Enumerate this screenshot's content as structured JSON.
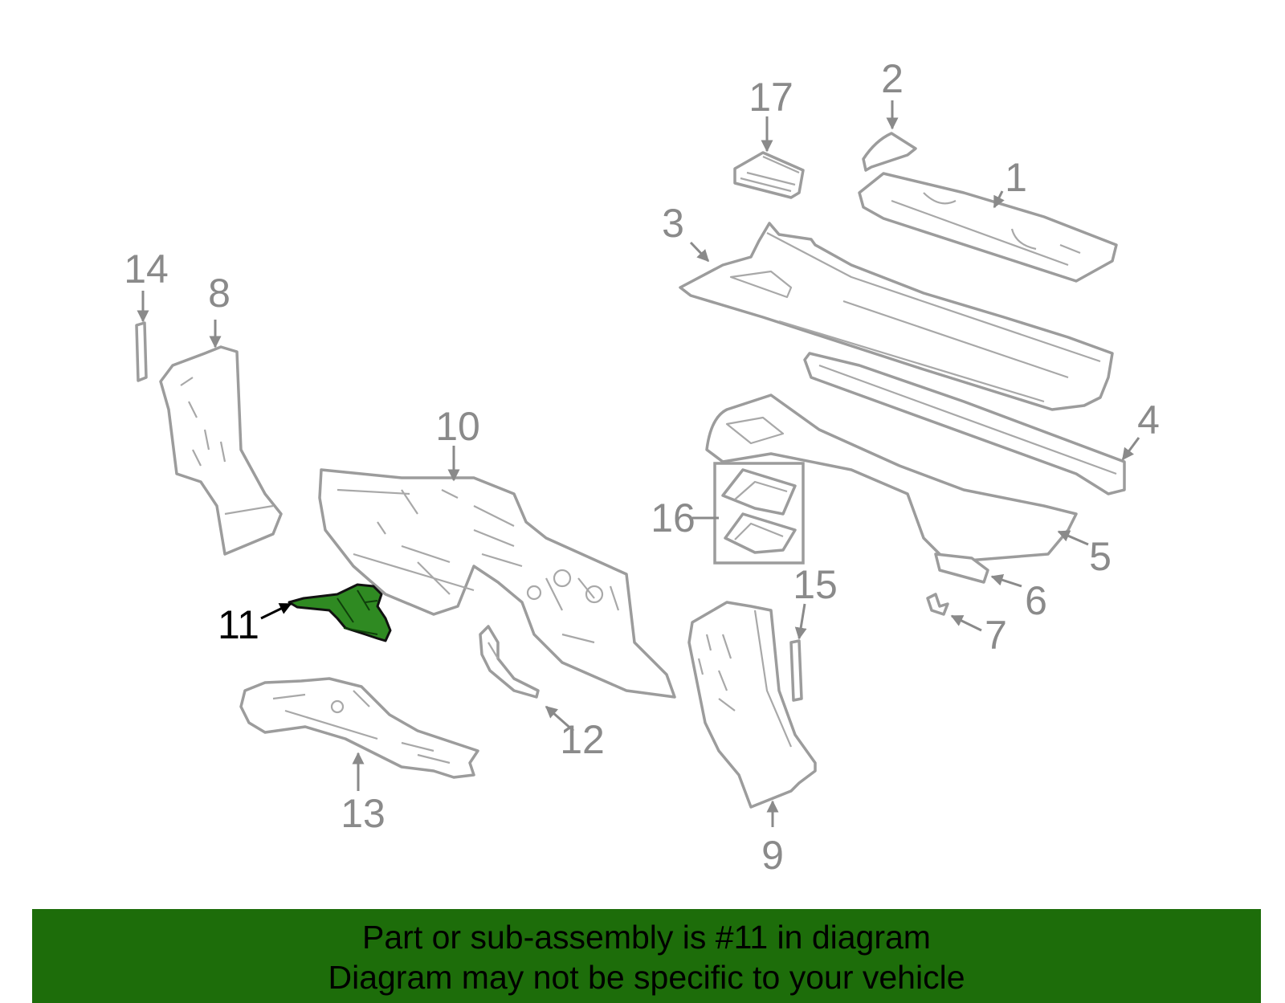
{
  "diagram": {
    "highlight_color": "#2f8a22",
    "part_stroke_color": "#9c9c9c",
    "callouts": {
      "c1": "1",
      "c2": "2",
      "c3": "3",
      "c4": "4",
      "c5": "5",
      "c6": "6",
      "c7": "7",
      "c8": "8",
      "c9": "9",
      "c10": "10",
      "c11": "11",
      "c12": "12",
      "c13": "13",
      "c14": "14",
      "c15": "15",
      "c16": "16",
      "c17": "17"
    },
    "highlighted_part": "11"
  },
  "banner": {
    "background": "#1d6d0a",
    "line1": "Part or sub-assembly is #11 in diagram",
    "line2": "Diagram may not be specific to your vehicle"
  }
}
